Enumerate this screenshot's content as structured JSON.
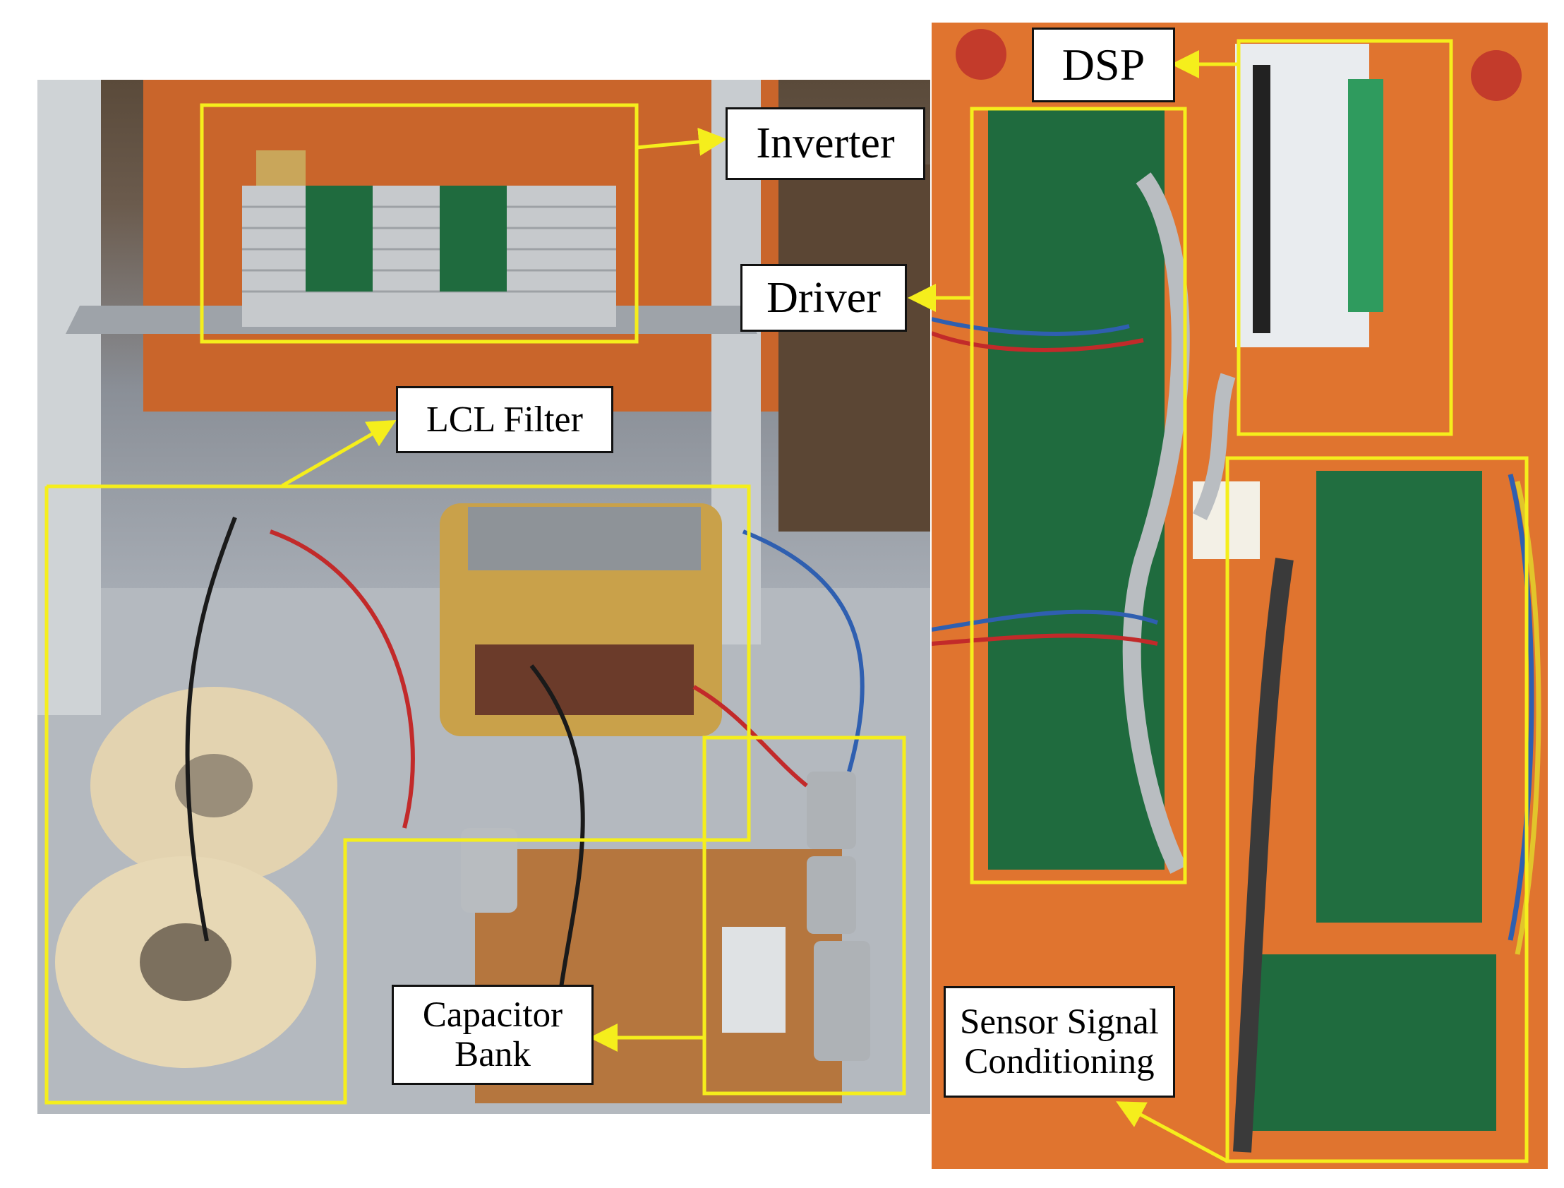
{
  "labels": {
    "dsp": "DSP",
    "inverter": "Inverter",
    "driver": "Driver",
    "lcl_filter": "LCL Filter",
    "capacitor_bank_line1": "Capacitor",
    "capacitor_bank_line2": "Bank",
    "sensor_line1": "Sensor Signal",
    "sensor_line2": "Conditioning"
  },
  "colors": {
    "highlight": "#f5ee1c",
    "label_border": "#111111",
    "wood_panel": "#e0742f",
    "pcb_green": "#1f6b3e",
    "shelf_gray": "#9aa0a6",
    "toroid": "#e3d3b0"
  }
}
